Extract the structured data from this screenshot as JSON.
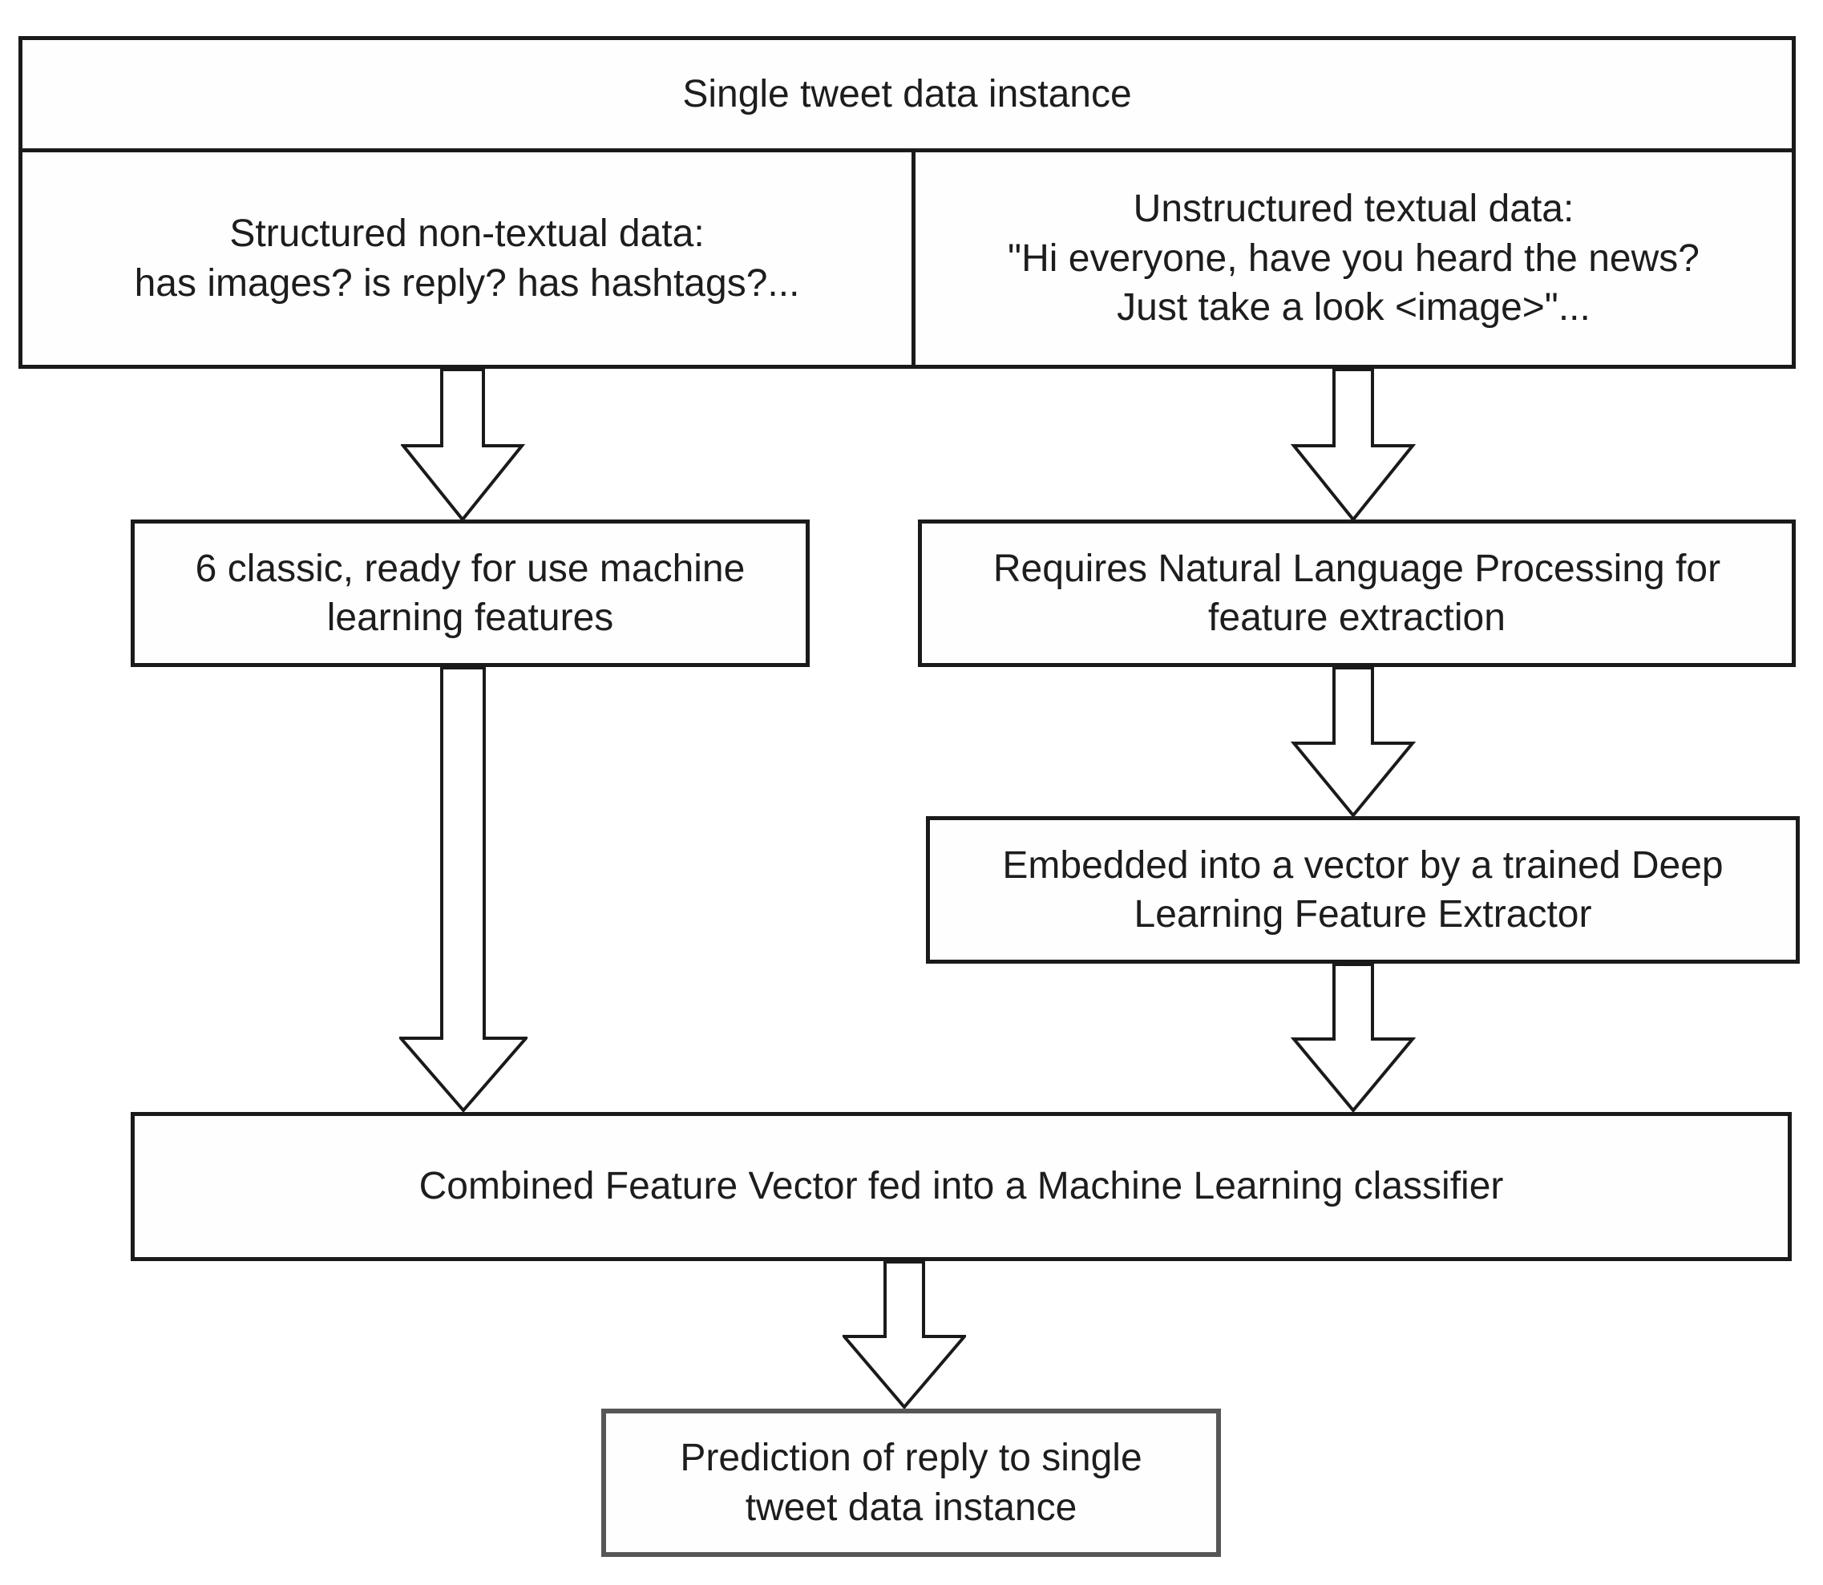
{
  "diagram": {
    "type": "flowchart",
    "colors": {
      "border": "#1a1a1a",
      "prediction_border": "#565656",
      "background": "#ffffff",
      "text": "#1d1d1d"
    },
    "nodes": {
      "root": "Single tweet data instance",
      "structured_input": "Structured non-textual data:\nhas images? is reply? has hashtags?...",
      "unstructured_input": "Unstructured textual data:\n\"Hi everyone, have you heard the news?\nJust take a look <image>\"...",
      "classic_features": "6 classic, ready for use machine\nlearning features",
      "nlp_processing": "Requires Natural Language Processing for\nfeature extraction",
      "embedding": "Embedded into a vector by a trained Deep\nLearning Feature Extractor",
      "combined": "Combined Feature Vector fed into a Machine Learning classifier",
      "prediction": "Prediction of reply to single\ntweet data instance"
    },
    "edges": [
      {
        "from": "structured_input",
        "to": "classic_features"
      },
      {
        "from": "unstructured_input",
        "to": "nlp_processing"
      },
      {
        "from": "nlp_processing",
        "to": "embedding"
      },
      {
        "from": "classic_features",
        "to": "combined"
      },
      {
        "from": "embedding",
        "to": "combined"
      },
      {
        "from": "combined",
        "to": "prediction"
      }
    ]
  }
}
